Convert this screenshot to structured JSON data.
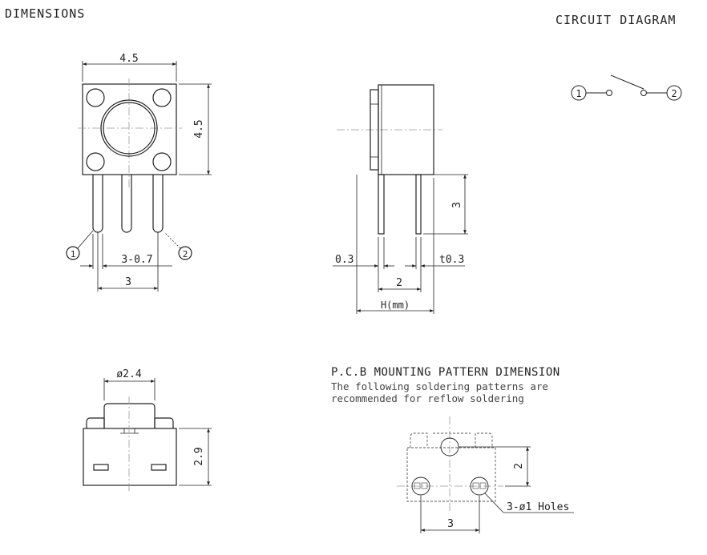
{
  "headers": {
    "dimensions": "DIMENSIONS",
    "circuit_diagram": "CIRCUIT DIAGRAM"
  },
  "front_view": {
    "width": "4.5",
    "height": "4.5",
    "pin_pitch_label": "3-0.7",
    "pin_spacing": "3",
    "pin1": "1",
    "pin2": "2"
  },
  "side_view": {
    "left_thickness": "0.3",
    "right_thickness": "t0.3",
    "pin_spacing": "2",
    "lead_length": "3",
    "overall": "H(mm)"
  },
  "circuit": {
    "node1": "1",
    "node2": "2"
  },
  "bottom_view": {
    "diameter": "ø2.4",
    "height": "2.9"
  },
  "pcb": {
    "title": "P.C.B MOUNTING PATTERN DIMENSION",
    "note_line1": "The following soldering patterns are",
    "note_line2": "recommended for reflow soldering",
    "vertical_dim": "2",
    "horizontal_dim": "3",
    "holes_label": "3-ø1 Holes"
  }
}
